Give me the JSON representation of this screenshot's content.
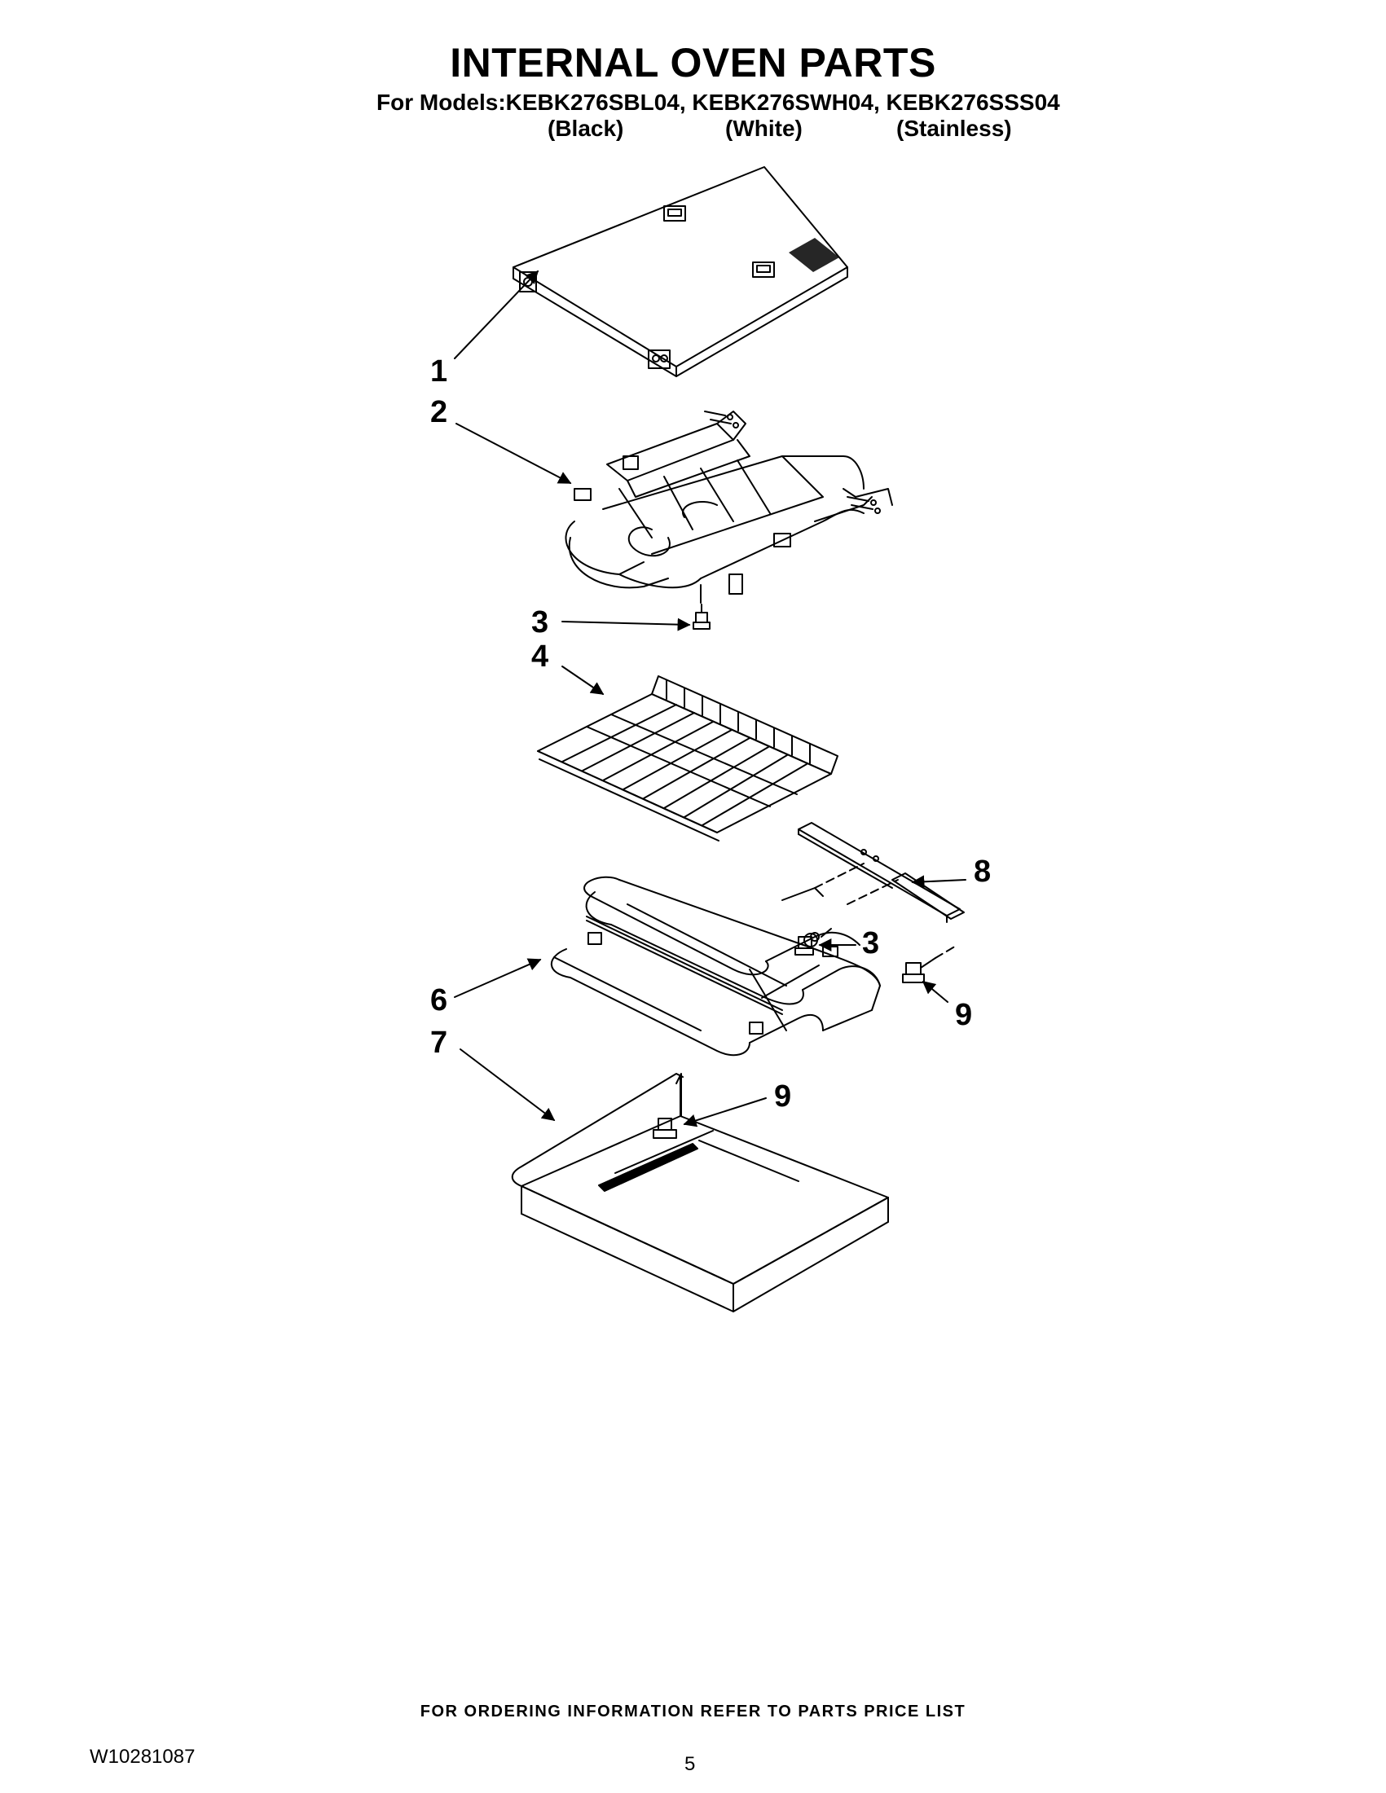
{
  "header": {
    "title": "INTERNAL OVEN PARTS",
    "models_line": "For Models:KEBK276SBL04, KEBK276SWH04, KEBK276SSS04",
    "variants": [
      "(Black)",
      "(White)",
      "(Stainless)"
    ]
  },
  "callouts": {
    "c1": "1",
    "c2": "2",
    "c3a": "3",
    "c4": "4",
    "c8": "8",
    "c3b": "3",
    "c6": "6",
    "c9a": "9",
    "c7": "7",
    "c9b": "9"
  },
  "footer": {
    "ordering_note": "FOR ORDERING INFORMATION REFER TO PARTS PRICE LIST",
    "document_number": "W10281087",
    "page_number": "5"
  }
}
